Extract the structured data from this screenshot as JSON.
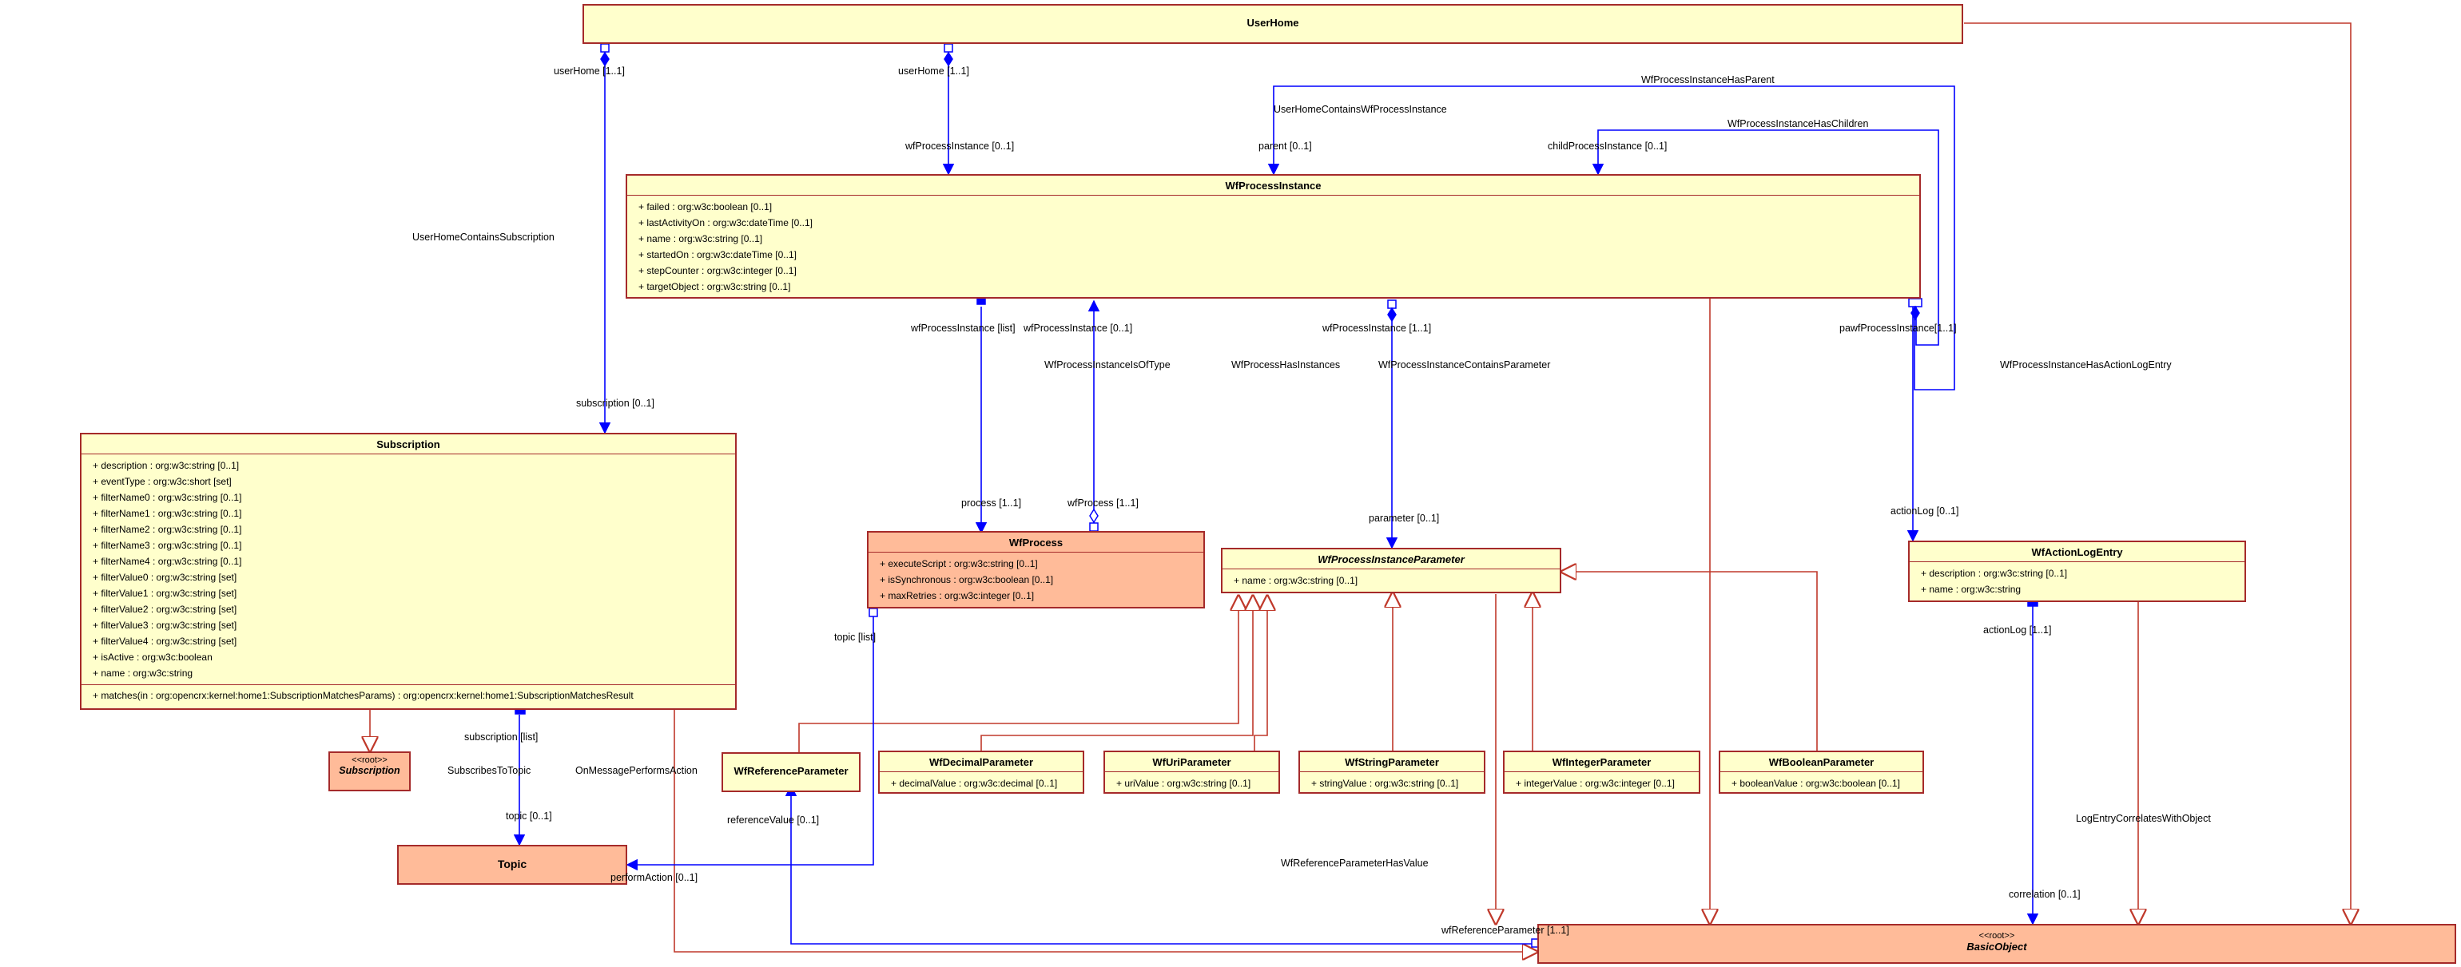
{
  "classes": {
    "userhome": {
      "name": "UserHome"
    },
    "wfprocessinstance": {
      "name": "WfProcessInstance",
      "attributes": [
        "+ failed : org:w3c:boolean [0..1]",
        "+ lastActivityOn : org:w3c:dateTime [0..1]",
        "+ name : org:w3c:string [0..1]",
        "+ startedOn : org:w3c:dateTime [0..1]",
        "+ stepCounter : org:w3c:integer [0..1]",
        "+ targetObject : org:w3c:string [0..1]"
      ]
    },
    "subscription": {
      "name": "Subscription",
      "attributes": [
        "+ description : org:w3c:string [0..1]",
        "+ eventType : org:w3c:short [set]",
        "+ filterName0 : org:w3c:string [0..1]",
        "+ filterName1 : org:w3c:string [0..1]",
        "+ filterName2 : org:w3c:string [0..1]",
        "+ filterName3 : org:w3c:string [0..1]",
        "+ filterName4 : org:w3c:string [0..1]",
        "+ filterValue0 : org:w3c:string [set]",
        "+ filterValue1 : org:w3c:string [set]",
        "+ filterValue2 : org:w3c:string [set]",
        "+ filterValue3 : org:w3c:string [set]",
        "+ filterValue4 : org:w3c:string [set]",
        "+ isActive : org:w3c:boolean",
        "+ name : org:w3c:string"
      ],
      "operations": [
        "+ matches(in : org:opencrx:kernel:home1:SubscriptionMatchesParams) : org:opencrx:kernel:home1:SubscriptionMatchesResult"
      ]
    },
    "wfprocess": {
      "name": "WfProcess",
      "attributes": [
        "+ executeScript : org:w3c:string [0..1]",
        "+ isSynchronous : org:w3c:boolean [0..1]",
        "+ maxRetries : org:w3c:integer [0..1]"
      ]
    },
    "wfprocessinstanceparameter": {
      "name": "WfProcessInstanceParameter",
      "attributes": [
        "+ name : org:w3c:string [0..1]"
      ]
    },
    "wfactionlogentry": {
      "name": "WfActionLogEntry",
      "attributes": [
        "+ description : org:w3c:string [0..1]",
        "+ name : org:w3c:string"
      ]
    },
    "subscription_root": {
      "stereotype": "<<root>>",
      "name": "Subscription"
    },
    "topic": {
      "name": "Topic"
    },
    "wfreferenceparameter": {
      "name": "WfReferenceParameter"
    },
    "wfdecimalparameter": {
      "name": "WfDecimalParameter",
      "attributes": [
        "+ decimalValue : org:w3c:decimal [0..1]"
      ]
    },
    "wfuriparameter": {
      "name": "WfUriParameter",
      "attributes": [
        "+ uriValue : org:w3c:string [0..1]"
      ]
    },
    "wfstringparameter": {
      "name": "WfStringParameter",
      "attributes": [
        "+ stringValue : org:w3c:string [0..1]"
      ]
    },
    "wfintegerparameter": {
      "name": "WfIntegerParameter",
      "attributes": [
        "+ integerValue : org:w3c:integer [0..1]"
      ]
    },
    "wfbooleanparameter": {
      "name": "WfBooleanParameter",
      "attributes": [
        "+ booleanValue : org:w3c:boolean [0..1]"
      ]
    },
    "basicobject": {
      "stereotype": "<<root>>",
      "name": "BasicObject"
    }
  },
  "labels": {
    "userhome_role1": "userHome [1..1]",
    "userhome_role2": "userHome [1..1]",
    "assoc_userhome_contains_subscription": "UserHomeContainsSubscription",
    "subscription_role": "subscription [0..1]",
    "wfprocessinstance_role1": "wfProcessInstance [0..1]",
    "assoc_userhome_contains_wfpi": "UserHomeContainsWfProcessInstance",
    "assoc_wfpi_has_parent": "WfProcessInstanceHasParent",
    "assoc_wfpi_has_children": "WfProcessInstanceHasChildren",
    "parent_role": "parent [0..1]",
    "child_role": "childProcessInstance [0..1]",
    "wfpi_list_role": "wfProcessInstance [list]",
    "wfpi_role2": "wfProcessInstance [0..1]",
    "assoc_is_of_type": "WfProcessInstanceIsOfType",
    "assoc_has_instances": "WfProcessHasInstances",
    "wfpi_role3": "wfProcessInstance [1..1]",
    "assoc_contains_parameter": "WfProcessInstanceContainsParameter",
    "overlapped_roles": "pawfProcessInstance[1..1]",
    "assoc_has_action_log": "WfProcessInstanceHasActionLogEntry",
    "process_role": "process [1..1]",
    "wfprocess_role": "wfProcess [1..1]",
    "parameter_role": "parameter [0..1]",
    "actionlog_role1": "actionLog [0..1]",
    "actionlog_role2": "actionLog [1..1]",
    "topic_list_role": "topic [list]",
    "subscription_list_role": "subscription [list]",
    "assoc_subscribes_to_topic": "SubscribesToTopic",
    "assoc_on_message": "OnMessagePerformsAction",
    "topic_role": "topic [0..1]",
    "perform_action_role": "performAction [0..1]",
    "reference_value_role": "referenceValue [0..1]",
    "assoc_ref_has_value": "WfReferenceParameterHasValue",
    "wfref_param_role": "wfReferenceParameter [1..1]",
    "assoc_log_correlates": "LogEntryCorrelatesWithObject",
    "correlation_role": "correlation [0..1]"
  },
  "colors": {
    "class_fill": "#ffffcc",
    "root_fill": "#ffbb99",
    "border": "#a52a2a",
    "association": "#0000ff",
    "generalization": "#c0392b"
  }
}
